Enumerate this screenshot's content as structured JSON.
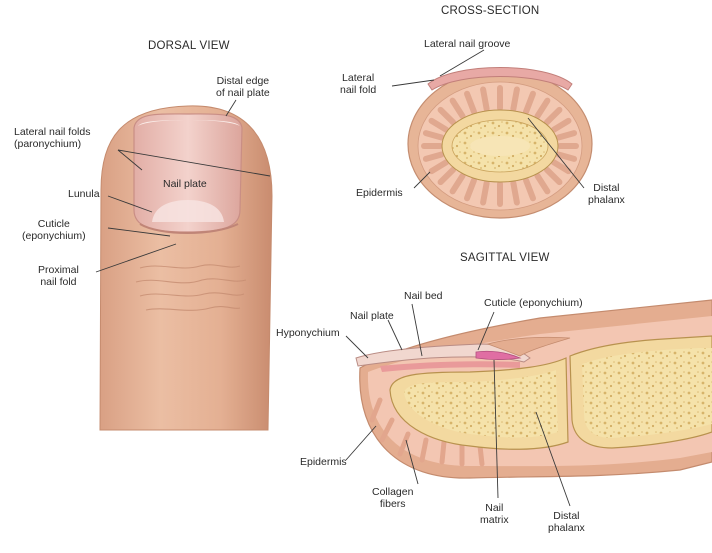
{
  "headings": {
    "dorsal": "DORSAL VIEW",
    "cross": "CROSS-SECTION",
    "sagittal": "SAGITTAL VIEW"
  },
  "dorsal_labels": {
    "distal_edge": "Distal edge\nof nail plate",
    "lateral_folds": "Lateral nail folds\n(paronychium)",
    "nail_plate": "Nail plate",
    "lunula": "Lunula",
    "cuticle": "Cuticle\n(eponychium)",
    "proximal_fold": "Proximal\nnail fold"
  },
  "cross_labels": {
    "lateral_groove": "Lateral nail groove",
    "lateral_fold": "Lateral\nnail fold",
    "epidermis": "Epidermis",
    "distal_phalanx": "Distal\nphalanx"
  },
  "sagittal_labels": {
    "nail_bed": "Nail bed",
    "cuticle": "Cuticle (eponychium)",
    "nail_plate": "Nail plate",
    "hyponychium": "Hyponychium",
    "epidermis": "Epidermis",
    "collagen": "Collagen\nfibers",
    "matrix": "Nail\nmatrix",
    "distal_phalanx": "Distal\nphalanx"
  },
  "colors": {
    "skin": "#e6b396",
    "skin_edge": "#c98f72",
    "nail": "#f0c9c2",
    "bone": "#f3dca2",
    "bone_edge": "#b8924e",
    "dermis": "#f4c6b4"
  }
}
